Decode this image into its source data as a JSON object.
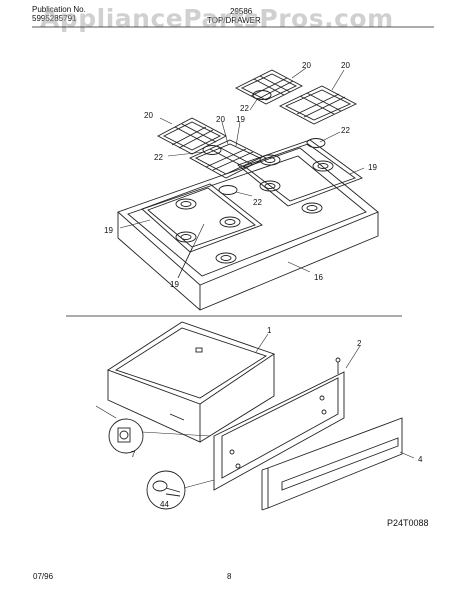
{
  "header": {
    "publication_label": "Publication No.",
    "publication_number": "5995285791",
    "model": "29586",
    "section_title": "TOP/DRAWER"
  },
  "watermark": "AppliancePartsPros.com",
  "callouts": {
    "grate": "20",
    "burner_cap": "22",
    "drip_pan": "19",
    "cooktop": "16",
    "drawer": "1",
    "drawer_support": "2",
    "drawer_front": "4",
    "roller": "7",
    "screw": "44"
  },
  "diagram_code": "P24T0088",
  "footer": {
    "date": "07/96",
    "page": "8"
  }
}
